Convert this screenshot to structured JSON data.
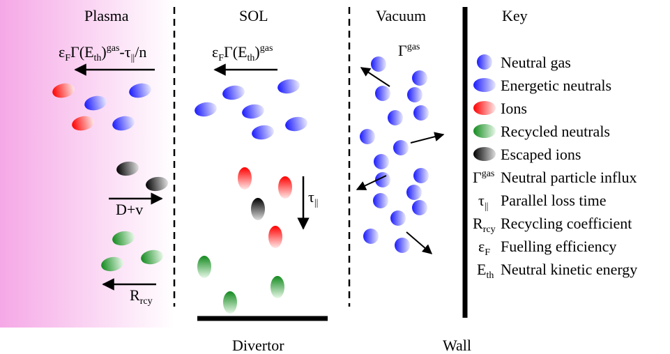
{
  "regions": {
    "plasma": "Plasma",
    "sol": "SOL",
    "vacuum": "Vacuum",
    "key": "Key",
    "divertor": "Divertor",
    "wall": "Wall"
  },
  "flux_labels": {
    "plasma_flux": {
      "a": "ε",
      "a_sub": "F",
      "b": "Γ(E",
      "b_sub": "th",
      "c": ")",
      "c_sup": "gas",
      "d": "-τ",
      "d_sub": "||",
      "e": "/n"
    },
    "sol_flux": {
      "a": "ε",
      "a_sub": "F",
      "b": "Γ(E",
      "b_sub": "th",
      "c": ")",
      "c_sup": "gas"
    },
    "vacuum_flux": {
      "a": "Γ",
      "a_sup": "gas"
    },
    "tau_parallel": {
      "a": "τ",
      "a_sub": "||"
    },
    "diffusion": "D+v",
    "recycling": {
      "a": "R",
      "a_sub": "rcy"
    }
  },
  "key": {
    "neutral_gas": "Neutral gas",
    "energetic_neutrals": "Energetic neutrals",
    "ions": "Ions",
    "recycled_neutrals": "Recycled neutrals",
    "escaped_ions": "Escaped ions",
    "influx": {
      "sym": "Γ",
      "sym_sup": "gas",
      "text": "Neutral particle influx"
    },
    "loss_time": {
      "sym": "τ",
      "sym_sub": "||",
      "text": "Parallel loss time"
    },
    "recycling": {
      "sym": "R",
      "sym_sub": "rcy",
      "text": "Recycling coefficient"
    },
    "fuelling": {
      "sym": "ε",
      "sym_sub": "F",
      "text": "Fuelling efficiency"
    },
    "energy": {
      "sym": "E",
      "sym_sub": "th",
      "text": "Neutral kinetic energy"
    }
  },
  "colors": {
    "plasma_pink": "#f7b6e8",
    "blue": "#2b2bff",
    "red": "#ff2020",
    "green": "#1e9a2a",
    "black": "#111111"
  }
}
